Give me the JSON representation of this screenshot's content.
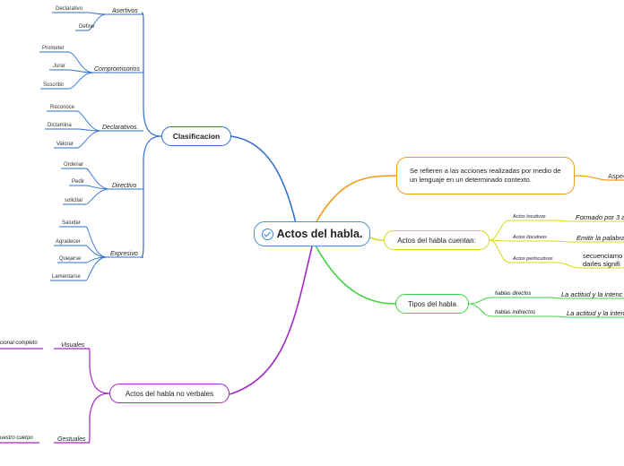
{
  "root": {
    "title": "Actos del habla."
  },
  "clasificacion": {
    "label": "Clasificacion",
    "groups": [
      {
        "label": "Asertivos",
        "items": [
          "Declarativo",
          "Define"
        ]
      },
      {
        "label": "Compromisorios",
        "items": [
          "Prometer",
          "Jurar",
          "Suscribir"
        ]
      },
      {
        "label": "Declarativos.",
        "items": [
          "Reconoce",
          "Dictamina",
          "Valorar"
        ]
      },
      {
        "label": "Directivo",
        "items": [
          "Ordenar",
          "Pedir",
          "solicitar"
        ]
      },
      {
        "label": "Expresivo",
        "items": [
          "Saludar",
          "Agradecer",
          "Quejarse",
          "Lamentarse"
        ]
      }
    ]
  },
  "definicion": {
    "text": "Se refieren a las acciones realizadas por medio de un lenguaje en un determinado contexto.",
    "child": "Aspec"
  },
  "cuentan": {
    "label": "Actos del habla cuentan:",
    "items": [
      {
        "label": "Actos locutivos",
        "detail": "Formado por 3 a"
      },
      {
        "label": "Actos ilocutivos",
        "detail": "Emitir la palabra"
      },
      {
        "label": "Actos perlocutivos",
        "detail_line1": "secuenciamo",
        "detail_line2": "darles signifi"
      }
    ]
  },
  "tipos": {
    "label": "Tipos del habla",
    "items": [
      {
        "label": "hablas directos",
        "detail": "La actitud y la intenc"
      },
      {
        "label": "hablas indirectos",
        "detail": "La actitud y la inten"
      }
    ]
  },
  "no_verbales": {
    "label": "Actos del habla no verbales",
    "items": [
      {
        "label": "Visuales",
        "detail": "cional completo"
      },
      {
        "label": "Gestuales",
        "detail": "uestro cuerpo"
      }
    ]
  },
  "colors": {
    "clasificacion": "#2f6fd0",
    "definicion": "#f29a1a",
    "cuentan": "#d8d81a",
    "tipos": "#3fd23f",
    "no_verbales": "#a427c8",
    "root": "#4a8fd8"
  }
}
